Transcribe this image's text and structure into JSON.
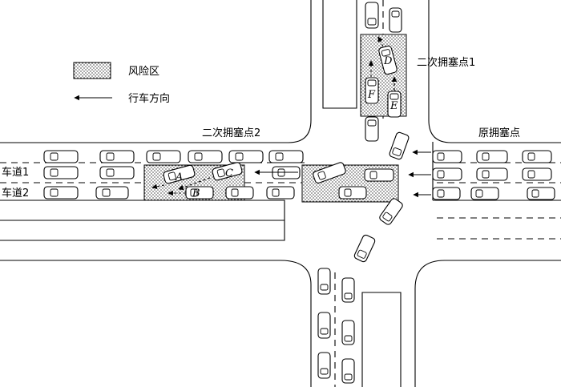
{
  "legend": {
    "risk_label": "风险区",
    "direction_label": "行车方向"
  },
  "labels": {
    "congestion_secondary_1": "二次拥塞点1",
    "congestion_secondary_2": "二次拥塞点2",
    "congestion_original": "原拥塞点",
    "lane_1": "车道1",
    "lane_2": "车道2"
  },
  "vehicle_letters": [
    "A",
    "B",
    "C",
    "D",
    "E",
    "F"
  ]
}
